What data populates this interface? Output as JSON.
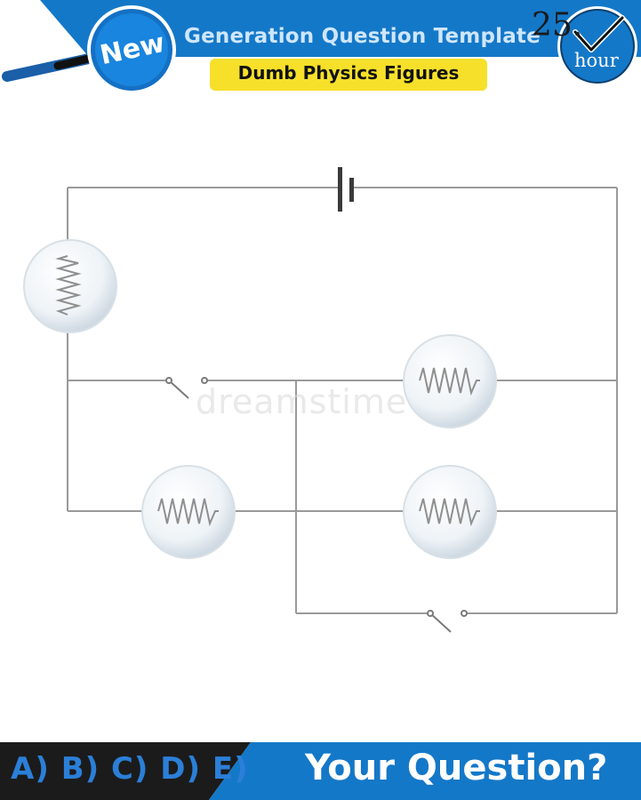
{
  "header": {
    "badge": "New",
    "title": "Generation Question Template",
    "subtitle": "Dumb Physics Figures",
    "clock_number": "25.",
    "clock_unit": "hour",
    "colors": {
      "band": "#1478c8",
      "subtitle_bg": "#f6e02a"
    }
  },
  "diagram": {
    "components": [
      "battery",
      "bulb",
      "bulb",
      "bulb",
      "bulb",
      "switch",
      "switch"
    ],
    "watermark": "dreamstime"
  },
  "footer": {
    "answers": "A) B) C) D) E)",
    "question": "Your Question?"
  }
}
